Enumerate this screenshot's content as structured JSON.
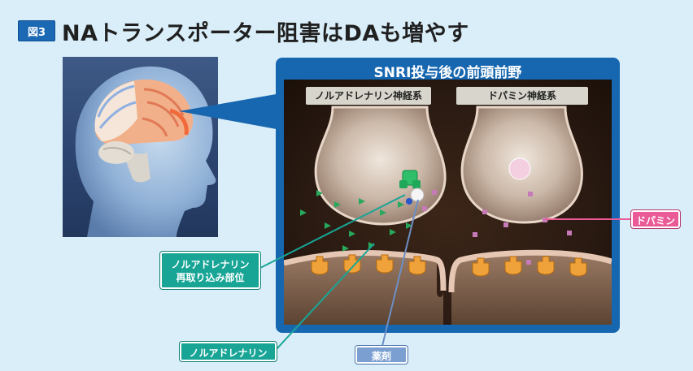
{
  "figure": {
    "badge": "図3",
    "title": "NAトランスポーター阻害はDAも増やす"
  },
  "panel": {
    "title": "SNRI投与後の前頭前野",
    "left_system_label": "ノルアドレナリン神経系",
    "right_system_label": "ドパミン神経系"
  },
  "callouts": {
    "reuptake_site_line1": "ノルアドレナリン",
    "reuptake_site_line2": "再取り込み部位",
    "noradrenaline": "ノルアドレナリン",
    "drug": "薬剤",
    "dopamine": "ドパミン"
  },
  "colors": {
    "background": "#d9eef9",
    "panel_blue": "#1767b0",
    "noradrenaline_green": "#1fa85a",
    "dopamine_pink": "#c77ab8",
    "callout_teal": "#18a596",
    "callout_pink": "#ea5a96",
    "callout_blue": "#7b9fd0"
  }
}
